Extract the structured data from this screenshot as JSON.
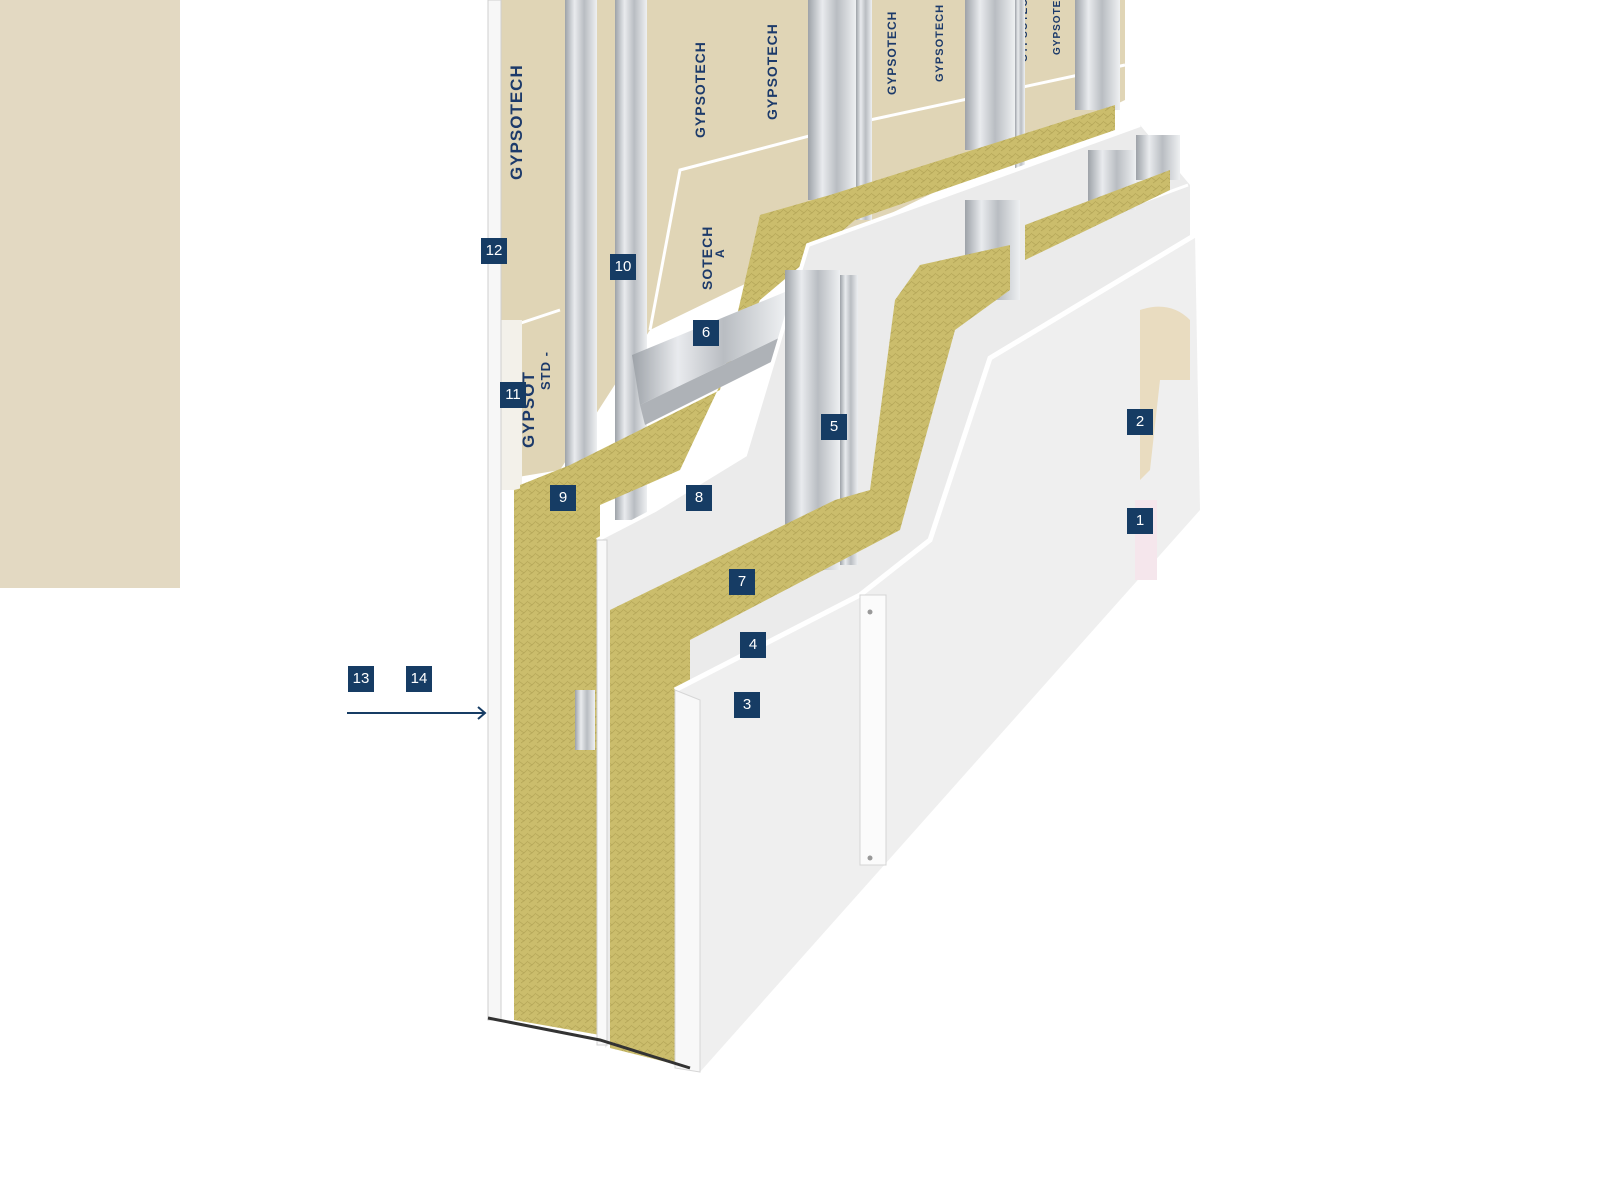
{
  "colors": {
    "accent": "#163c64",
    "beige_panel": "#e3d9c2",
    "board_beige": "#e0d5b6",
    "insulation": "#cbbd6c",
    "board_white": "#ededed",
    "steel": "#c9ccd0"
  },
  "board_markings": {
    "m1": "GYPSOTECH",
    "m2": "GYPSOTECH",
    "m3": "GYPSOTECH",
    "m4": "GYPSOTECH",
    "m5": "GYPSOTECH",
    "m6": "GYPSOTECH",
    "m7": "GYPSOTECH",
    "m8": "GYPSOT",
    "m9": "STD -",
    "m10": "SOTECH",
    "m11": "A"
  },
  "labels": [
    {
      "id": "1"
    },
    {
      "id": "2"
    },
    {
      "id": "3"
    },
    {
      "id": "4"
    },
    {
      "id": "5"
    },
    {
      "id": "6"
    },
    {
      "id": "7"
    },
    {
      "id": "8"
    },
    {
      "id": "9"
    },
    {
      "id": "10"
    },
    {
      "id": "11"
    },
    {
      "id": "12"
    },
    {
      "id": "13"
    },
    {
      "id": "14"
    }
  ]
}
